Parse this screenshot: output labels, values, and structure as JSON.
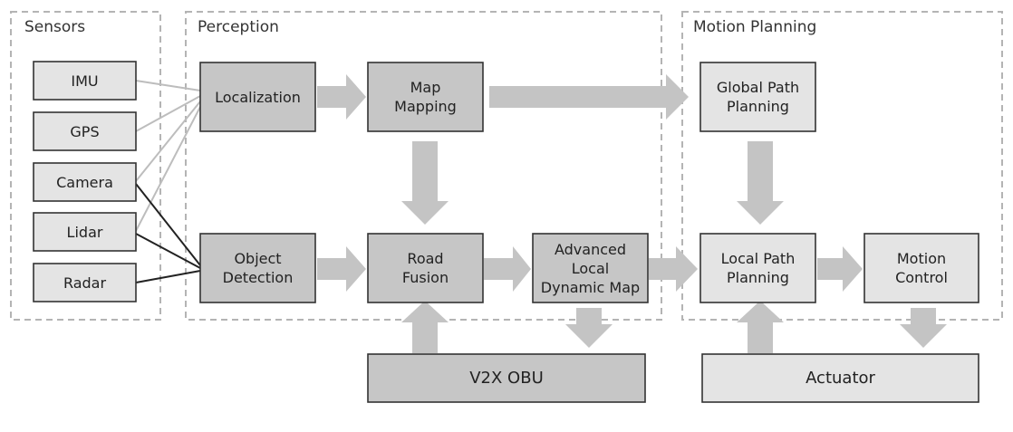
{
  "groups": {
    "sensors": "Sensors",
    "perception": "Perception",
    "motion_planning": "Motion Planning"
  },
  "sensors": {
    "imu": "IMU",
    "gps": "GPS",
    "camera": "Camera",
    "lidar": "Lidar",
    "radar": "Radar"
  },
  "perception": {
    "localization": "Localization",
    "map_mapping": "Map\nMapping",
    "object_detection": "Object\nDetection",
    "road_fusion": "Road\nFusion",
    "ldm": "Advanced\nLocal\nDynamic Map"
  },
  "planning": {
    "global_path": "Global Path\nPlanning",
    "local_path": "Local Path\nPlanning",
    "motion_control": "Motion\nControl"
  },
  "external": {
    "v2x": "V2X OBU",
    "actuator": "Actuator"
  },
  "colors": {
    "dark_box": "#c6c6c6",
    "light_box": "#e4e4e4",
    "arrow": "#c4c4c4",
    "dashed": "#b4b4b4"
  }
}
